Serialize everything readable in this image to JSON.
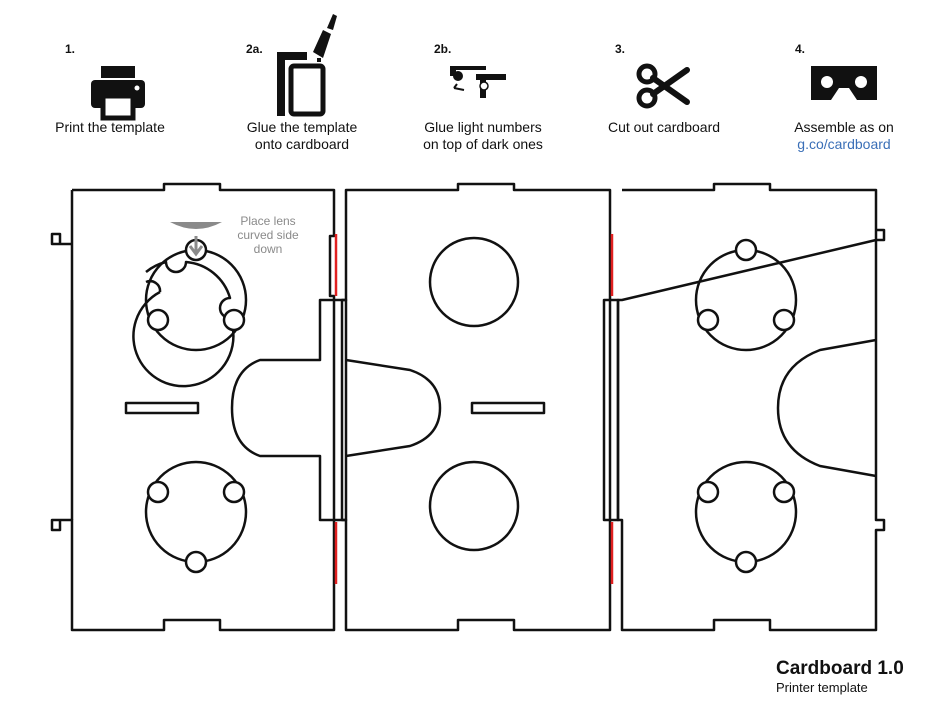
{
  "steps": [
    {
      "number": "1.",
      "icon": "printer-icon",
      "lines": [
        "Print the template"
      ]
    },
    {
      "number": "2a.",
      "icon": "glue-icon",
      "lines": [
        "Glue the template",
        "onto cardboard"
      ]
    },
    {
      "number": "2b.",
      "icon": "align-corners-icon",
      "lines": [
        "Glue light numbers",
        "on top of dark ones"
      ]
    },
    {
      "number": "3.",
      "icon": "scissors-icon",
      "lines": [
        "Cut out cardboard"
      ]
    },
    {
      "number": "4.",
      "icon": "viewer-icon",
      "lines": [
        "Assemble as on"
      ],
      "link": "g.co/cardboard"
    }
  ],
  "lens_note": [
    "Place lens",
    "curved side",
    "down"
  ],
  "brand": {
    "title": "Cardboard 1.0",
    "subtitle": "Printer template"
  },
  "colors": {
    "fold_line": "#e02020",
    "outline": "#111111",
    "link": "#3a6fb7",
    "note": "#8a8a8a"
  }
}
